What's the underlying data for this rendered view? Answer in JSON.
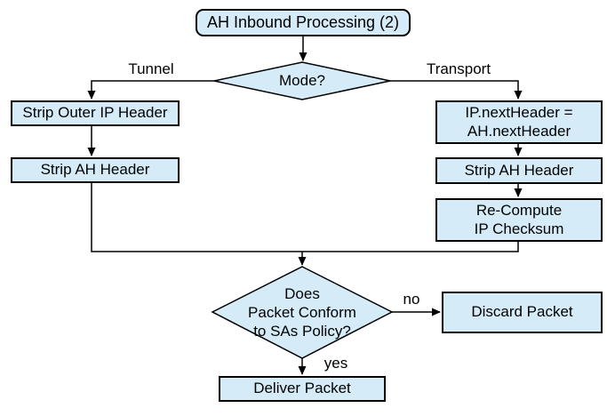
{
  "flowchart": {
    "colors": {
      "node_fill": "#d5ecf8",
      "node_border": "#000000",
      "line": "#000000",
      "background": "#ffffff",
      "text": "#000000"
    },
    "nodes": {
      "start": {
        "label": "AH Inbound Processing (2)"
      },
      "mode": {
        "label": "Mode?"
      },
      "strip_outer_ip": {
        "label": "Strip Outer IP Header"
      },
      "strip_ah_left": {
        "label": "Strip AH Header"
      },
      "ip_next_header": {
        "label": "IP.nextHeader =\nAH.nextHeader"
      },
      "strip_ah_right": {
        "label": "Strip AH Header"
      },
      "recompute": {
        "label": "Re-Compute\nIP Checksum"
      },
      "policy": {
        "label": "Does\nPacket Conform\nto SAs Policy?"
      },
      "discard": {
        "label": "Discard Packet"
      },
      "deliver": {
        "label": "Deliver Packet"
      }
    },
    "edge_labels": {
      "tunnel": "Tunnel",
      "transport": "Transport",
      "no": "no",
      "yes": "yes"
    }
  }
}
